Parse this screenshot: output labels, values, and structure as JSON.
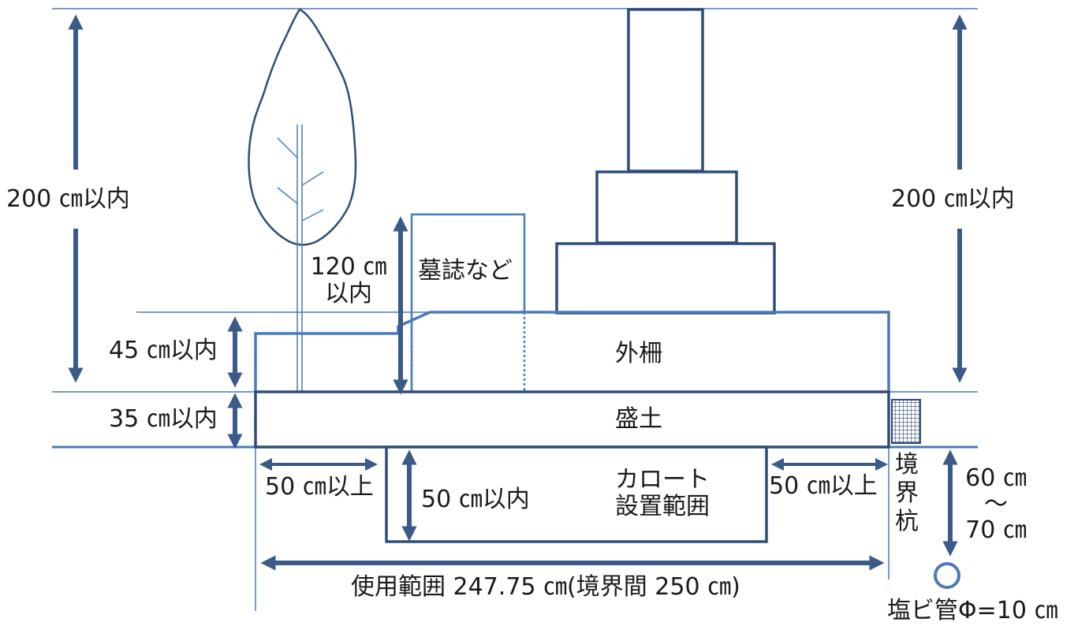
{
  "colors": {
    "line_light": "#4a7ab8",
    "line_dark": "#2e4d78",
    "arrow": "#3a5a8a",
    "text": "#1a1a1a"
  },
  "labels": {
    "height_left": "200 ㎝以内",
    "height_right": "200 ㎝以内",
    "epitaph_height_line1": "120 ㎝",
    "epitaph_height_line2": "以内",
    "epitaph": "墓誌など",
    "fence_height": "45 ㎝以内",
    "fence": "外柵",
    "mound_height": "35 ㎝以内",
    "mound": "盛土",
    "margin_left": "50 ㎝以上",
    "karoto_depth": "50 ㎝以内",
    "karoto_line1": "カロート",
    "karoto_line2": "設置範囲",
    "margin_right": "50 ㎝以上",
    "boundary_post": "境界杭",
    "post_depth_line1": "60 ㎝",
    "post_depth_line2": "～",
    "post_depth_line3": "70 ㎝",
    "usage_range": "使用範囲 247.75 ㎝(境界間 250 ㎝)",
    "pvc_pipe": "塩ビ管Φ=10 ㎝"
  }
}
